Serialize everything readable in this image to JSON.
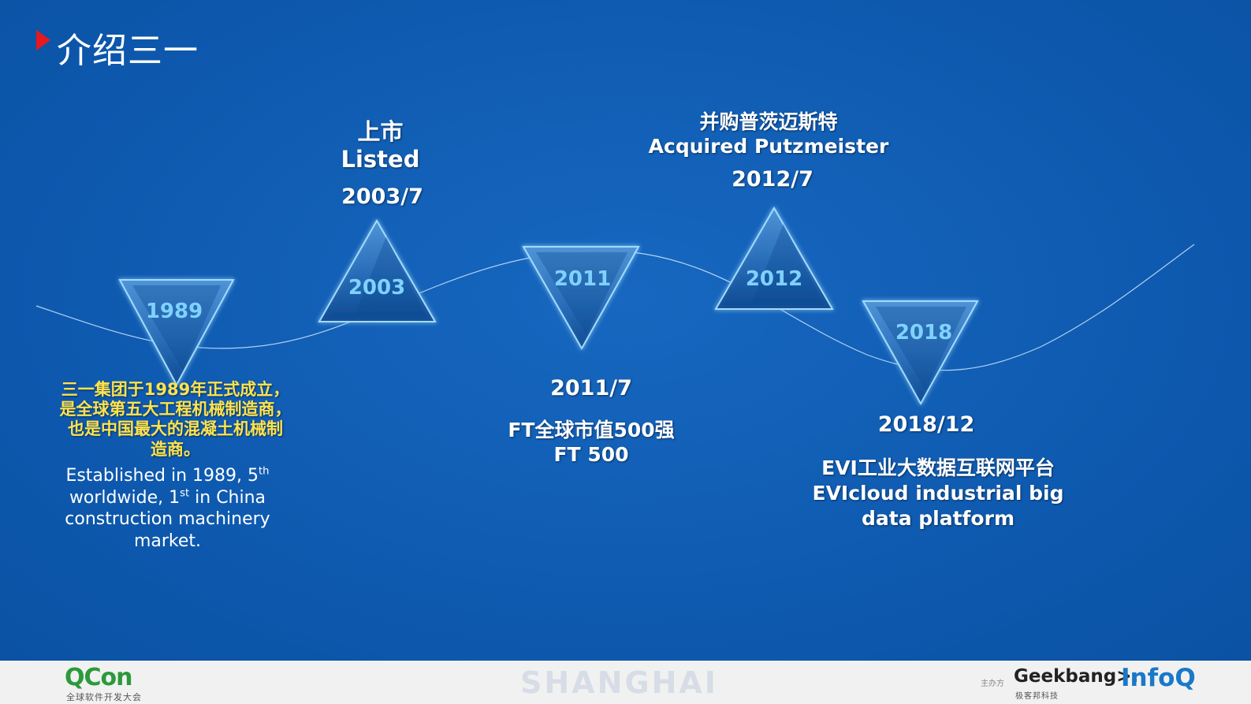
{
  "slide": {
    "title": "介绍三一"
  },
  "milestones": [
    {
      "year": "1989",
      "desc_cn": [
        "三一集团于1989年正式成立，",
        "是全球第五大工程机械制造商，",
        "也是中国最大的混凝土机械制",
        "造商。"
      ],
      "desc_en": [
        "Established in 1989, 5",
        "th",
        " ",
        "worldwide, 1",
        "st",
        " in China",
        "construction machinery",
        "market."
      ]
    },
    {
      "year": "2003",
      "label_cn": "上市",
      "label_en": "Listed",
      "date": "2003/7"
    },
    {
      "year": "2011",
      "date": "2011/7",
      "label_cn": "FT全球市值500强",
      "label_en": "FT 500"
    },
    {
      "year": "2012",
      "label_cn": "并购普茨迈斯特",
      "label_en": "Acquired Putzmeister",
      "date": "2012/7"
    },
    {
      "year": "2018",
      "date": "2018/12",
      "label_cn": "EVI工业大数据互联网平台",
      "label_en_1": "EVIcloud industrial big",
      "label_en_2": "data platform"
    }
  ],
  "footer": {
    "qcon": "QCon",
    "qcon_sub": "全球软件开发大会",
    "city": "SHANGHAI",
    "sponsor_label": "主办方",
    "geekbang": "Geekbang>.",
    "geekbang_sub": "极客邦科技",
    "infoq": "InfoQ"
  },
  "colors": {
    "background": "#0f5bb1",
    "accent_red": "#e8181e",
    "highlight_yellow": "#ffe34d",
    "triangle_label": "#7fd2ff"
  }
}
